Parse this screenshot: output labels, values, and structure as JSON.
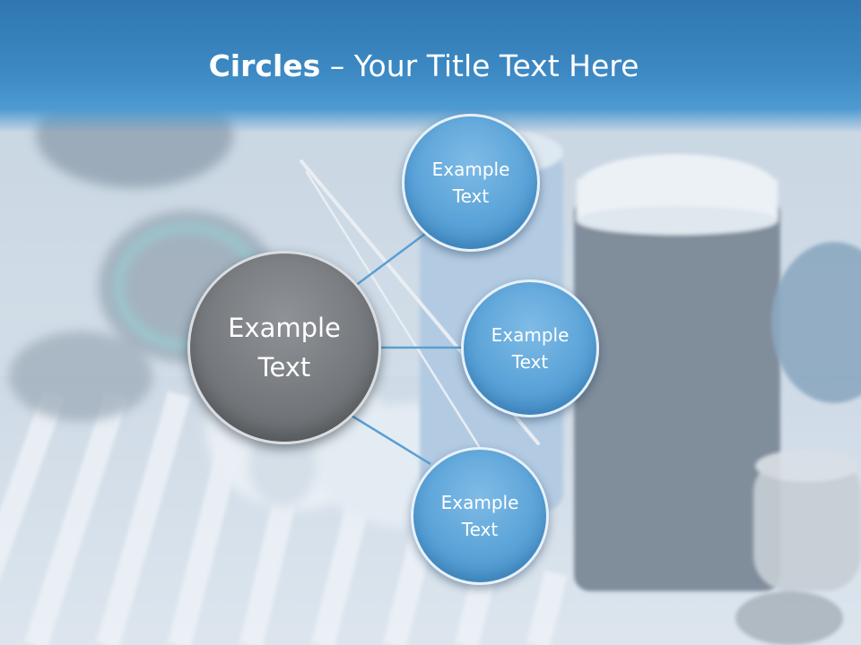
{
  "title": {
    "bold": "Circles",
    "rest": " – Your Title Text Here"
  },
  "center": {
    "label": "Example\nText"
  },
  "satellites": [
    {
      "label": "Example\nText"
    },
    {
      "label": "Example\nText"
    },
    {
      "label": "Example\nText"
    }
  ],
  "colors": {
    "header": "#3d89c3",
    "center": "#75797d",
    "satellite": "#5aa3d8",
    "connector": "#5a9fd3"
  }
}
